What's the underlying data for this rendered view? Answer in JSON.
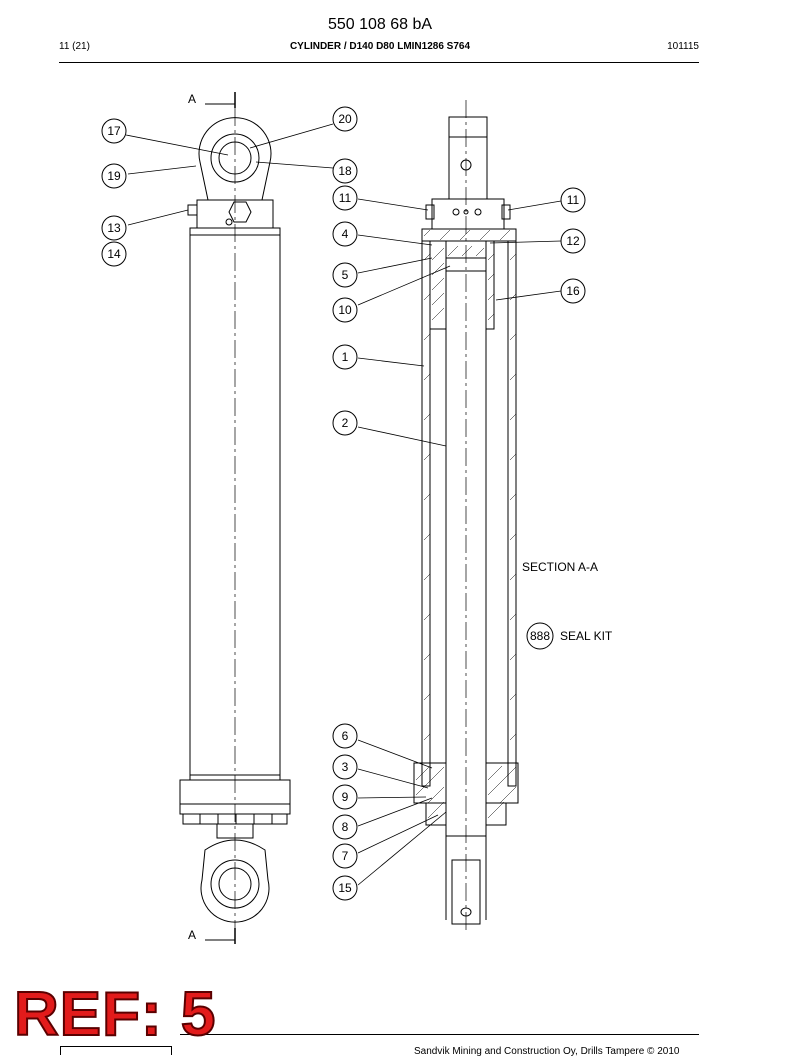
{
  "header": {
    "doc_id": "550 108 68 bA",
    "page": "11 (21)",
    "title": "CYLINDER / D140 D80 LMIN1286 S764",
    "date": "101115"
  },
  "callouts": [
    "17",
    "19",
    "13",
    "14",
    "20",
    "18",
    "11",
    "11",
    "4",
    "12",
    "5",
    "10",
    "16",
    "1",
    "2",
    "6",
    "3",
    "9",
    "8",
    "7",
    "15"
  ],
  "section_marks": [
    "A",
    "A"
  ],
  "section_label": "SECTION A-A",
  "seal_kit": {
    "number": "888",
    "label": "SEAL KIT"
  },
  "stamp": "REF: 5",
  "footer": {
    "text": "Sandvik Mining and Construction Oy, Drills Tampere © 2010"
  }
}
